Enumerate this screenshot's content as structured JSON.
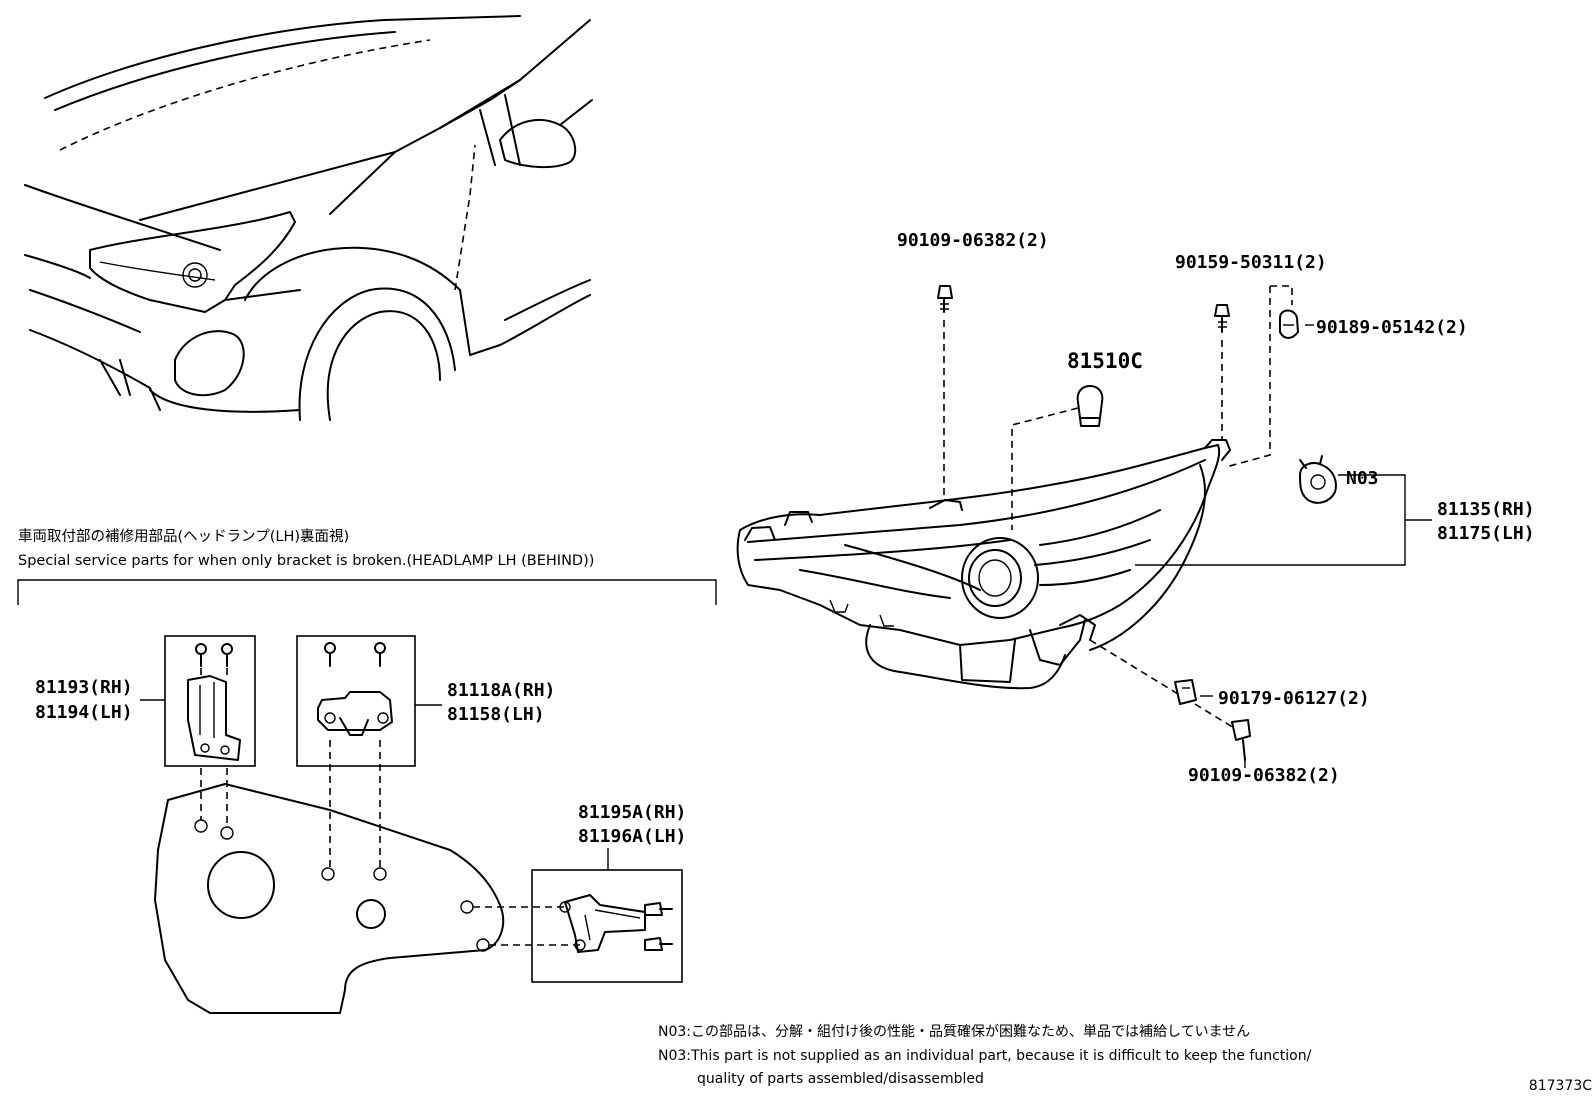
{
  "labels": {
    "p90109_top": "90109-06382(2)",
    "p90159": "90159-50311(2)",
    "p90189": "90189-05142(2)",
    "p81510c": "81510C",
    "n03": "N03",
    "p81135": "81135(RH)",
    "p81175": "81175(LH)",
    "p90179": "90179-06127(2)",
    "p90109_bottom": "90109-06382(2)",
    "p81193": "81193(RH)",
    "p81194": "81194(LH)",
    "p81118a": "81118A(RH)",
    "p81158": "81158(LH)",
    "p81195a": "81195A(RH)",
    "p81196a": "81196A(LH)"
  },
  "section": {
    "title_jp": "車両取付部の補修用部品(ヘッドランプ(LH)裏面視)",
    "title_en": "Special service parts for when only bracket is broken.(HEADLAMP LH (BEHIND))"
  },
  "notes": {
    "jp": "N03:この部品は、分解・組付け後の性能・品質確保が困難なため、単品では補給していません",
    "en_line1": "N03:This part is not supplied as an individual part, because it is difficult to keep the function/",
    "en_line2": "quality of parts assembled/disassembled"
  },
  "diagram_id": "817373C"
}
